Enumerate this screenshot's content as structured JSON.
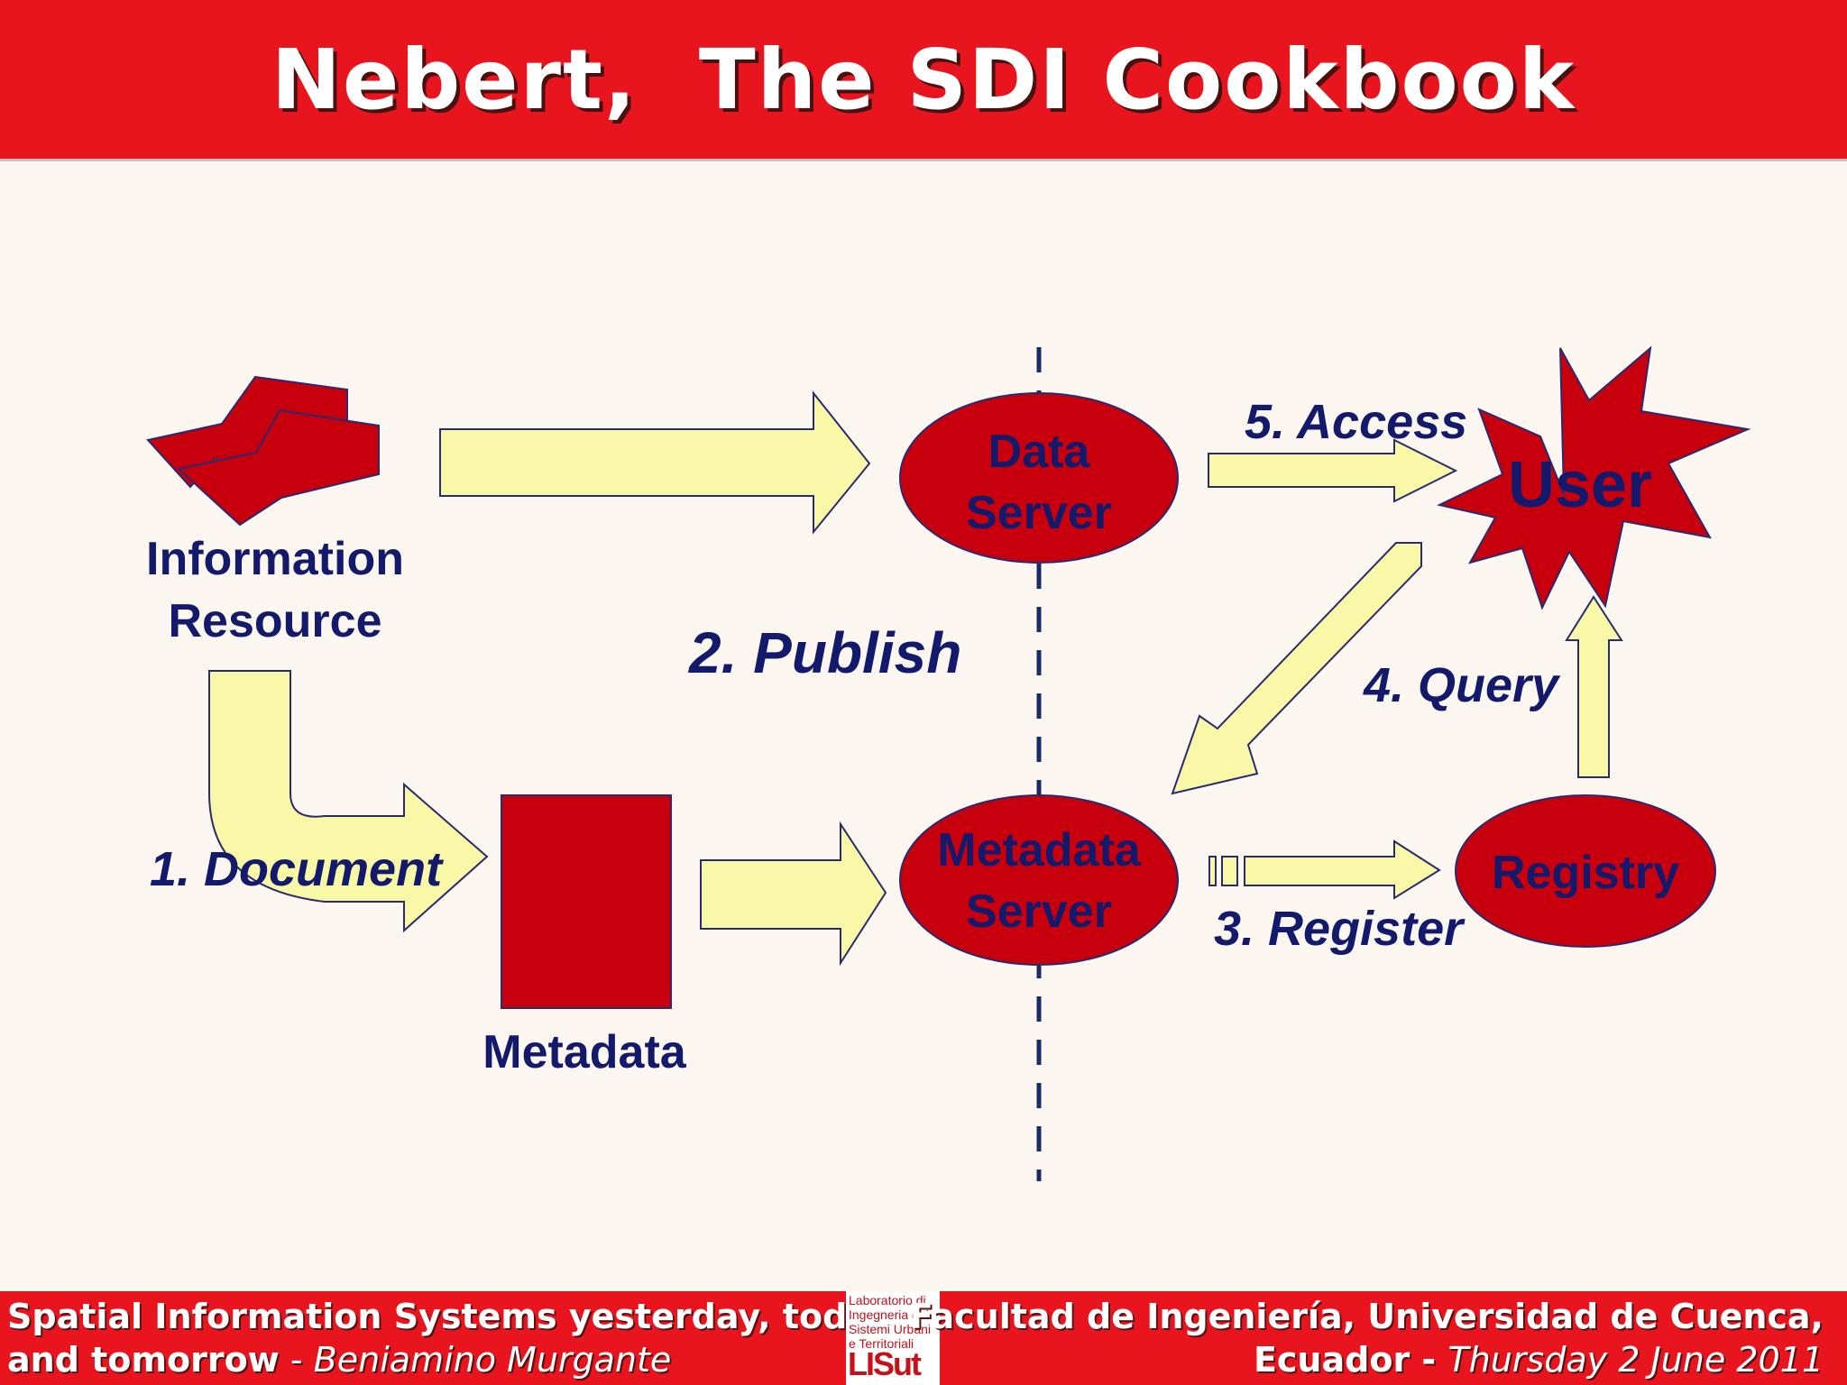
{
  "header": {
    "title": "Nebert,  The SDI Cookbook"
  },
  "diagram": {
    "nodes": {
      "information_resource": [
        "Information",
        "Resource"
      ],
      "metadata": "Metadata",
      "data_server": [
        "Data",
        "Server"
      ],
      "metadata_server": [
        "Metadata",
        "Server"
      ],
      "registry": "Registry",
      "user": "User"
    },
    "steps": {
      "document": "1. Document",
      "publish": "2. Publish",
      "register": "3. Register",
      "query": "4. Query",
      "access": "5. Access"
    },
    "colors": {
      "node_fill": "#c8000d",
      "node_text": "#141a6b",
      "arrow_fill": "#f9f8a6",
      "divider": "#1b2a6b"
    }
  },
  "footer": {
    "left_line1": "Spatial Information Systems yesterday, today",
    "left_line2_bold": "and tomorrow",
    "left_line2_sep": " - ",
    "left_line2_italic": "Beniamino Murgante",
    "right_line1": "Facultad de Ingeniería, Universidad de Cuenca,",
    "right_line2_bold": "Ecuador",
    "right_line2_sep": " -  ",
    "right_line2_italic": "Thursday 2 June 2011",
    "logo_text": [
      "Laboratorio di",
      "Ingegneria dei",
      "Sistemi Urbani",
      "e Territoriali"
    ],
    "logo_mark": "LISut"
  }
}
